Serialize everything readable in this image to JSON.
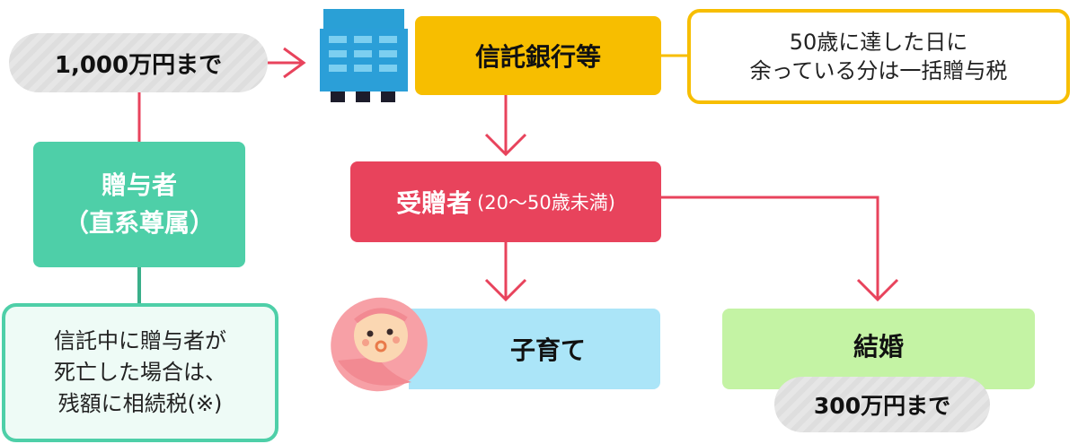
{
  "amount_limit": {
    "text": "1,000万円まで"
  },
  "trust_bank": {
    "label": "信託銀行等"
  },
  "note_age50": {
    "line1": "50歳に達した日に",
    "line2": "余っている分は一括贈与税"
  },
  "donor": {
    "line1": "贈与者",
    "line2": "（直系尊属）"
  },
  "donor_note": {
    "line1": "信託中に贈与者が",
    "line2": "死亡した場合は、",
    "line3": "残額に相続税(※)"
  },
  "recipient": {
    "label": "受贈者",
    "age": "(20～50歳未満)"
  },
  "childcare": {
    "label": "子育て"
  },
  "marriage": {
    "label": "結婚",
    "limit": "300万円まで"
  },
  "colors": {
    "yellow": "#f7be00",
    "red": "#e8435c",
    "green": "#4ecfa8",
    "light_green": "#c4f3a4",
    "light_blue": "#abe5f8",
    "building": "#2aa0d6",
    "baby_pink": "#f7a0a6"
  }
}
